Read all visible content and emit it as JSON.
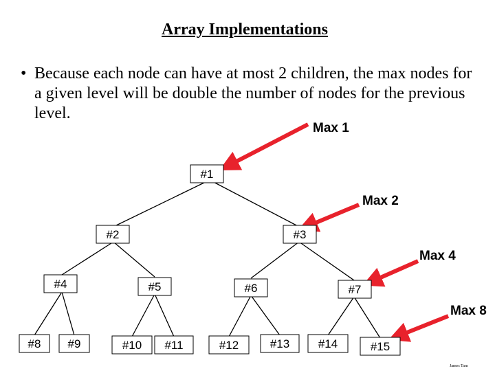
{
  "title": "Array Implementations",
  "bullet": {
    "marker": "•",
    "text": "Because each node can have at most 2 children, the max nodes for a given level will be double the number of nodes for the previous level."
  },
  "nodes": [
    "#1",
    "#2",
    "#3",
    "#4",
    "#5",
    "#6",
    "#7",
    "#8",
    "#9",
    "#10",
    "#11",
    "#12",
    "#13",
    "#14",
    "#15"
  ],
  "max_labels": [
    "Max 1",
    "Max 2",
    "Max 4",
    "Max 8"
  ],
  "credit": "James Tam",
  "colors": {
    "arrow": "#e8222c",
    "arrow_edge": "#7a0a0a"
  }
}
